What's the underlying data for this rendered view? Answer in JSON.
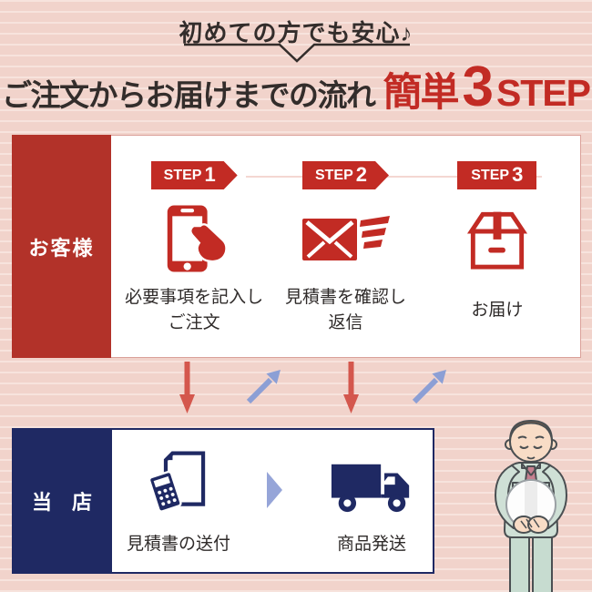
{
  "colors": {
    "bg": "#f1d3cb",
    "bg_stripe": "#f7e3dd",
    "red": "#c22b24",
    "red_sidebar": "#b23229",
    "arrow_red": "#d4574d",
    "arrow_blue": "#8c9fd5",
    "navy": "#1f2963",
    "title_dark": "#332d2b",
    "label_text": "#2f2b2a",
    "box_border": "#daa099",
    "connector": "#f4d7d2"
  },
  "header": {
    "bubble_text": "初めての方でも安心♪",
    "title_main": "ご注文からお届けまでの流れ",
    "title_accent_word": "簡単",
    "title_accent_number": "3",
    "title_accent_step": "STEP"
  },
  "customer_section": {
    "side_label": "お客様",
    "steps": [
      {
        "badge_prefix": "STEP",
        "badge_number": "1",
        "icon": "smartphone-order-icon",
        "label_line1": "必要事項を記入し",
        "label_line2": "ご注文"
      },
      {
        "badge_prefix": "STEP",
        "badge_number": "2",
        "icon": "mail-reply-icon",
        "label_line1": "見積書を確認し",
        "label_line2": "返信"
      },
      {
        "badge_prefix": "STEP",
        "badge_number": "3",
        "icon": "package-box-icon",
        "label_line1": "お届け",
        "label_line2": ""
      }
    ]
  },
  "shop_section": {
    "side_label": "当　店",
    "items": [
      {
        "icon": "quote-document-icon",
        "label": "見積書の送付"
      },
      {
        "icon": "delivery-truck-icon",
        "label": "商品発送"
      }
    ]
  }
}
